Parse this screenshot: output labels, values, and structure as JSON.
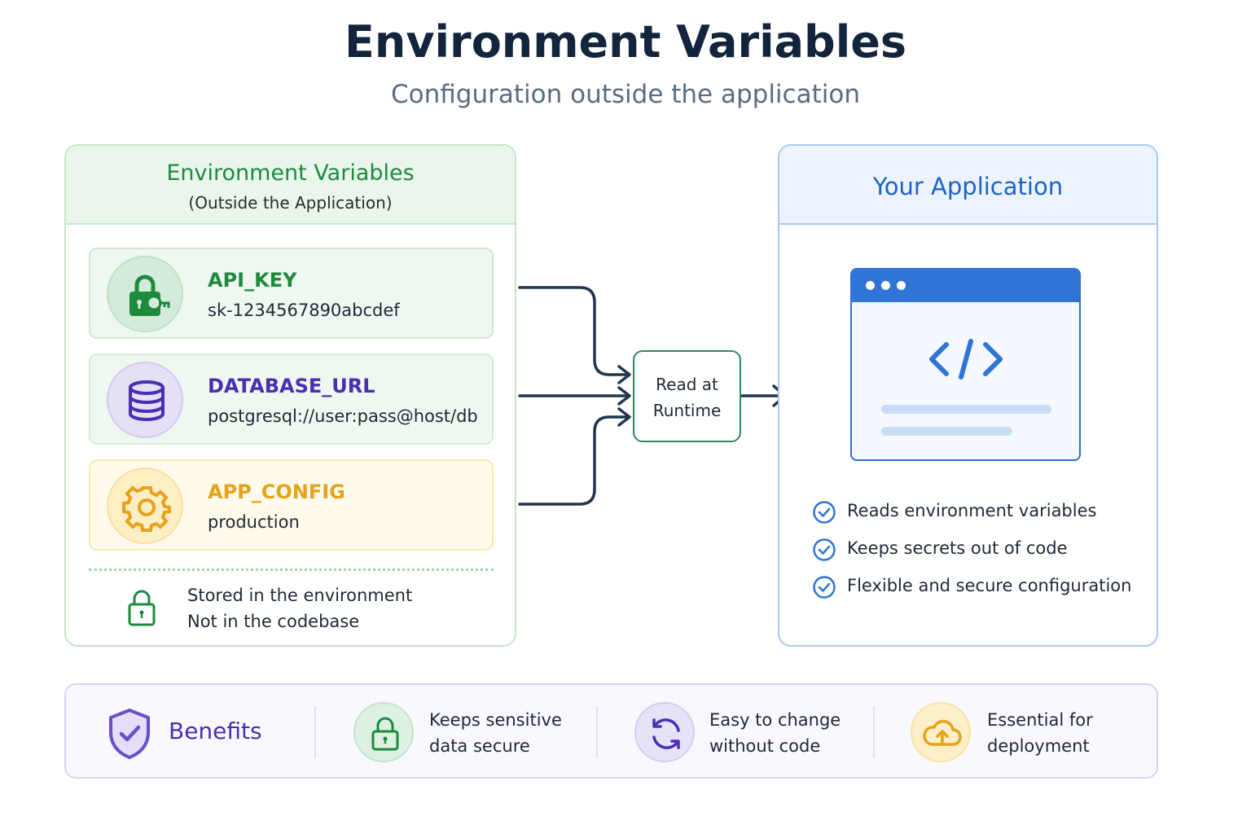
{
  "header": {
    "title": "Environment Variables",
    "subtitle": "Configuration outside the application"
  },
  "env_panel": {
    "title": "Environment Variables",
    "subtitle": "(Outside the Application)",
    "variables": [
      {
        "name": "API_KEY",
        "value": "sk-1234567890abcdef",
        "icon": "lock-key-icon",
        "color": "#1e8a3e"
      },
      {
        "name": "DATABASE_URL",
        "value": "postgresql://user:pass@host/db",
        "icon": "database-icon",
        "color": "#4a2fb0"
      },
      {
        "name": "APP_CONFIG",
        "value": "production",
        "icon": "gear-icon",
        "color": "#e5a21a"
      }
    ],
    "note_line1": "Stored in the environment",
    "note_line2": "Not in the codebase"
  },
  "runtime": {
    "line1": "Read at",
    "line2": "Runtime"
  },
  "app_panel": {
    "title": "Your Application",
    "checks": [
      "Reads environment variables",
      "Keeps secrets out of code",
      "Flexible and secure configuration"
    ]
  },
  "benefits": {
    "label": "Benefits",
    "items": [
      {
        "line1": "Keeps sensitive",
        "line2": "data secure",
        "icon": "lock-icon"
      },
      {
        "line1": "Easy to change",
        "line2": "without code",
        "icon": "refresh-icon"
      },
      {
        "line1": "Essential for",
        "line2": "deployment",
        "icon": "cloud-upload-icon"
      }
    ]
  },
  "colors": {
    "green": "#1e8a3e",
    "purple": "#4a2fb0",
    "amber": "#e5a21a",
    "blue": "#1a63c7",
    "navy": "#13243d"
  }
}
